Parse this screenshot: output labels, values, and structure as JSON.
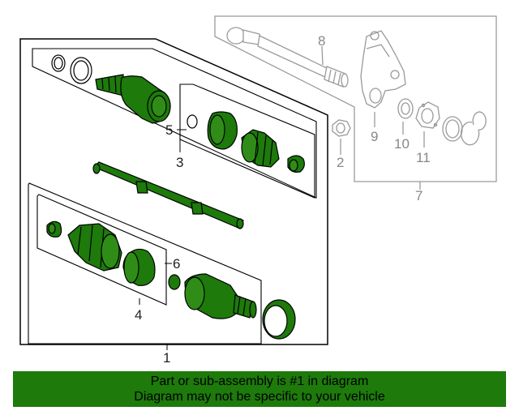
{
  "callouts": {
    "c1": "1",
    "c2": "2",
    "c3": "3",
    "c4": "4",
    "c5": "5",
    "c6": "6",
    "c7": "7",
    "c8": "8",
    "c9": "9",
    "c10": "10",
    "c11": "11"
  },
  "banner": {
    "line1": "Part or sub-assembly is #1 in diagram",
    "line2": "Diagram may not be specific to your vehicle"
  },
  "colors": {
    "part_green": "#1d7a0b",
    "banner_green": "#1d7a0b",
    "outline": "#000000",
    "ghost_grey": "#9a9a9a"
  }
}
